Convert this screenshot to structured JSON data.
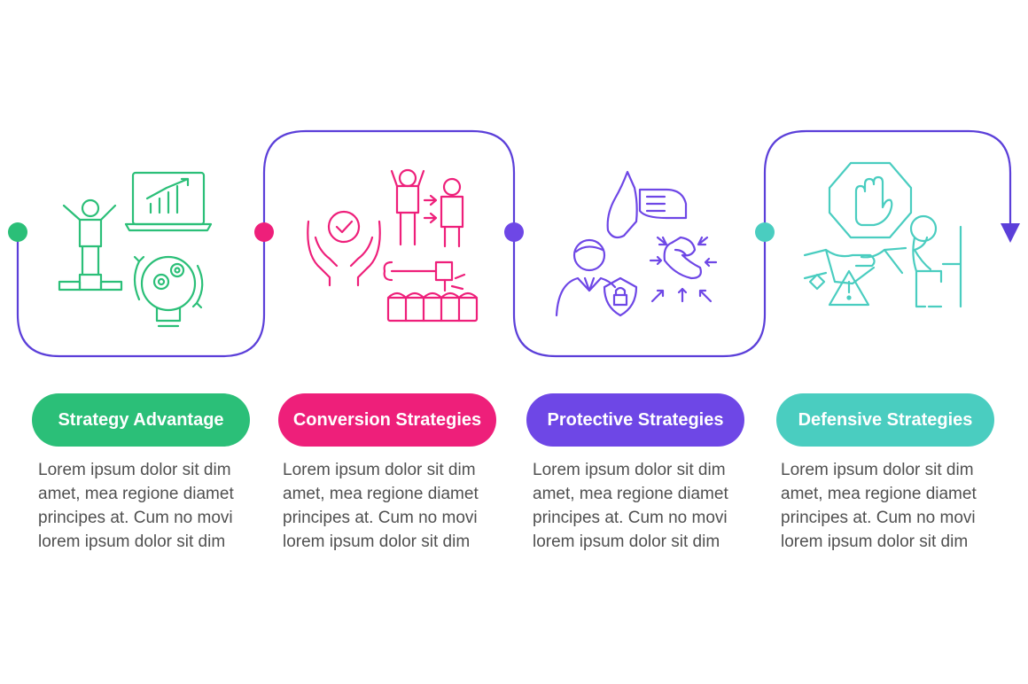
{
  "colors": {
    "step1": "#2BBF78",
    "step2": "#EE1F7A",
    "step3": "#6E47E6",
    "step4": "#4ACDC0",
    "connector": "#5B3FD9",
    "text": "#505050"
  },
  "steps": [
    {
      "title": "Strategy Advantage",
      "icon": "success-person-laptop-idea-icon",
      "lines": [
        "Lorem ipsum dolor sit dim",
        "amet, mea regione diamet",
        "principes at. Cum no movi",
        "lorem ipsum dolor sit dim"
      ]
    },
    {
      "title": "Conversion Strategies",
      "icon": "hands-check-opponent-gavel-icon",
      "lines": [
        "Lorem ipsum dolor sit dim",
        "amet, mea regione diamet",
        "principes at. Cum no movi",
        "lorem ipsum dolor sit dim"
      ]
    },
    {
      "title": "Protective Strategies",
      "icon": "shield-hand-fist-guard-icon",
      "lines": [
        "Lorem ipsum dolor sit dim",
        "amet, mea regione diamet",
        "principes at. Cum no movi",
        "lorem ipsum dolor sit dim"
      ]
    },
    {
      "title": "Defensive Strategies",
      "icon": "stop-handshake-warning-icon",
      "lines": [
        "Lorem ipsum dolor sit dim",
        "amet, mea regione diamet",
        "principes at. Cum no movi",
        "lorem ipsum dolor sit dim"
      ]
    }
  ]
}
